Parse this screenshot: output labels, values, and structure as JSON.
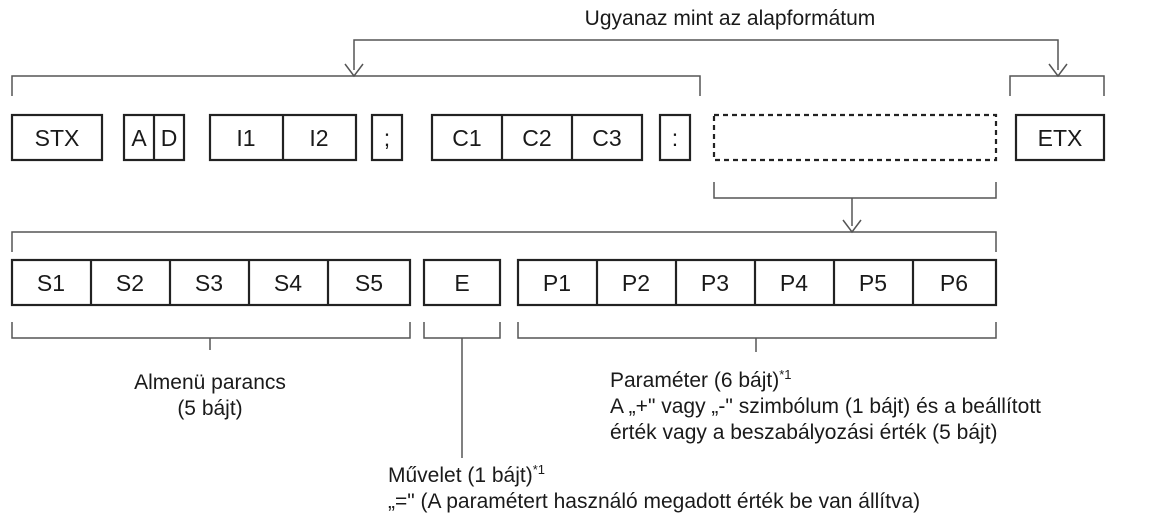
{
  "top_label": "Ugyanaz mint az alapformátum",
  "row1": {
    "stx": "STX",
    "a": "A",
    "d": "D",
    "i1": "I1",
    "i2": "I2",
    "semicolon": ";",
    "c1": "C1",
    "c2": "C2",
    "c3": "C3",
    "colon": ":",
    "etx": "ETX"
  },
  "row2": {
    "s": [
      "S1",
      "S2",
      "S3",
      "S4",
      "S5"
    ],
    "e": "E",
    "p": [
      "P1",
      "P2",
      "P3",
      "P4",
      "P5",
      "P6"
    ]
  },
  "labels": {
    "submenu_line1": "Almenü parancs",
    "submenu_line2": "(5 bájt)",
    "param_title": "Paraméter (6 bájt)",
    "param_sup": "*1",
    "param_desc1": "A „+\" vagy „-\" szimbólum (1 bájt) és a beállított",
    "param_desc2": "érték vagy a beszabályozási érték (5 bájt)",
    "op_title": "Művelet (1 bájt)",
    "op_sup": "*1",
    "op_desc": "„=\" (A paramétert használó megadott érték be van állítva)"
  }
}
